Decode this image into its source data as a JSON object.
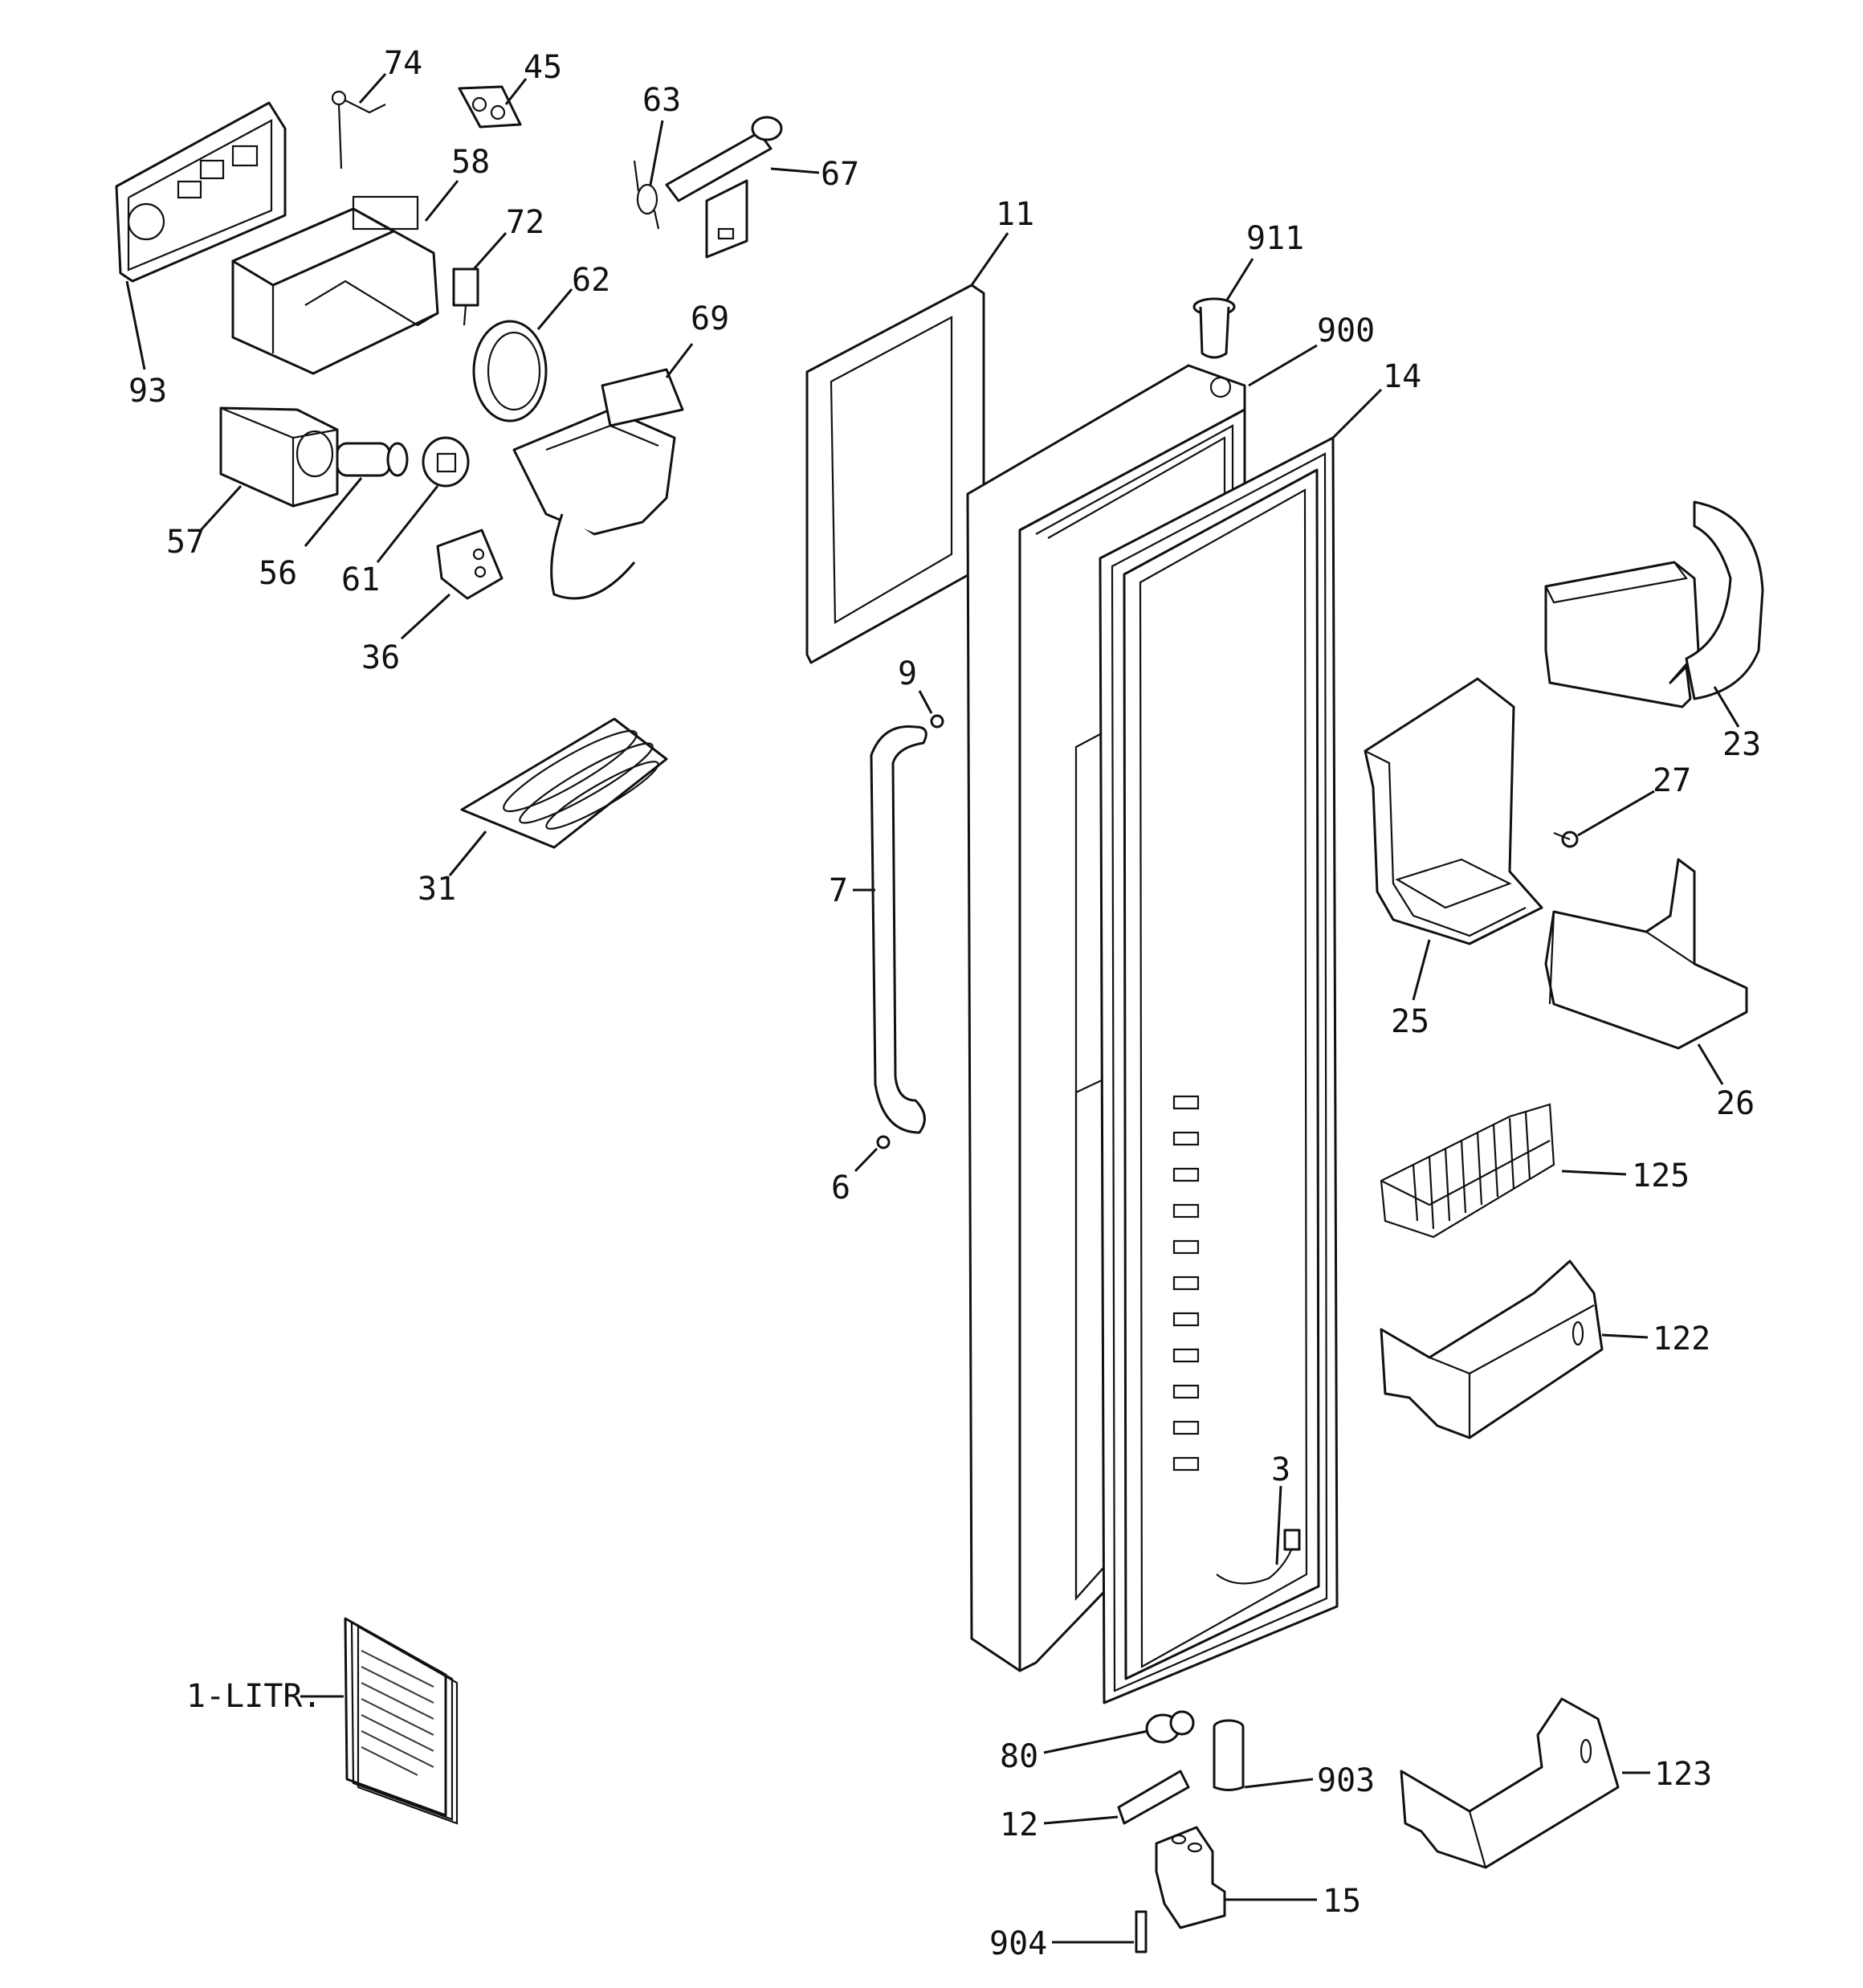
{
  "labels": {
    "p74": "74",
    "p45": "45",
    "p63": "63",
    "p67": "67",
    "p58": "58",
    "p72": "72",
    "p62": "62",
    "p69": "69",
    "p93": "93",
    "p57": "57",
    "p56": "56",
    "p61": "61",
    "p36": "36",
    "p31": "31",
    "p11": "11",
    "p911": "911",
    "p900": "900",
    "p14": "14",
    "p9": "9",
    "p7": "7",
    "p6": "6",
    "p23": "23",
    "p27": "27",
    "p25": "25",
    "p26": "26",
    "p125": "125",
    "p122": "122",
    "p3": "3",
    "p1": "1-LITR.",
    "p80": "80",
    "p903": "903",
    "p123": "123",
    "p12": "12",
    "p15": "15",
    "p904": "904"
  }
}
